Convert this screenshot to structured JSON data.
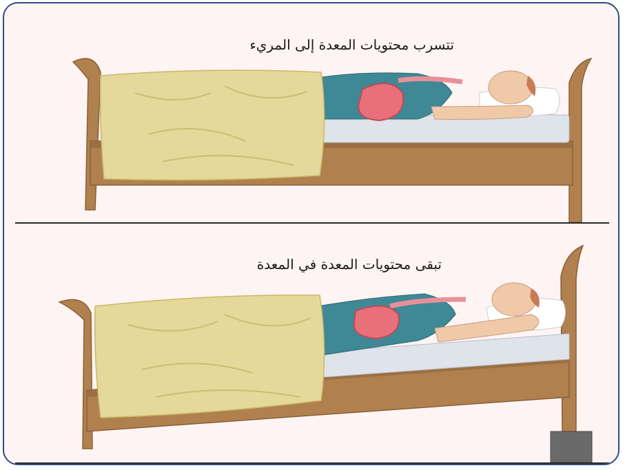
{
  "figure": {
    "panels": [
      {
        "id": "bed-flat",
        "caption": "تتسرب محتويات المعدة إلى المريء"
      },
      {
        "id": "bed-raised",
        "caption": "تبقى محتويات المعدة في المعدة"
      }
    ]
  },
  "colors": {
    "background": "#fdf4f3",
    "border": "#2f4a8a",
    "wood": "#b0814f",
    "wood_dark": "#8a5f36",
    "blanket": "#e4d89a",
    "gown": "#3f8896",
    "skin": "#f0c9a8",
    "stomach": "#e8707a",
    "mattress": "#dfe3ea",
    "block": "#6a6a6a"
  }
}
